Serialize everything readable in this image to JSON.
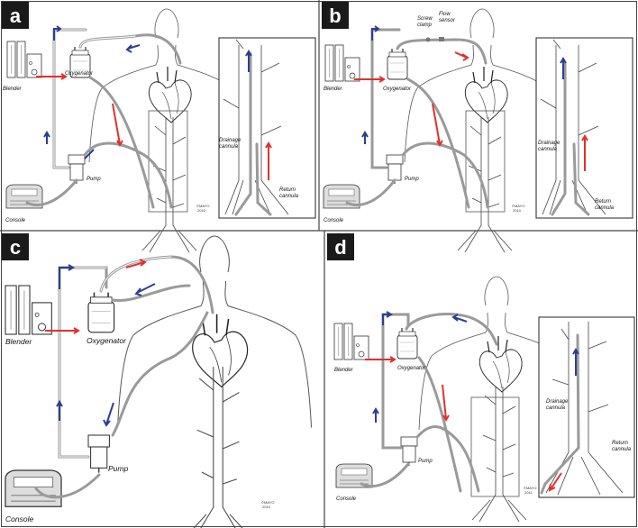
{
  "panels": [
    {
      "letter": "a",
      "labels": {
        "blender": "Blender",
        "oxygenator": "Oxygenator",
        "pump": "Pump",
        "console": "Console",
        "drainage": "Drainage\ncannula",
        "return": "Return\ncannula",
        "copyright": "©MAYO\n2010"
      }
    },
    {
      "letter": "b",
      "labels": {
        "blender": "Blender",
        "oxygenator": "Oxygenator",
        "pump": "Pump",
        "console": "Console",
        "screw_clamp": "Screw\nclamp",
        "flow_sensor": "Flow\nsensor",
        "drainage": "Drainage\ncannula",
        "return": "Return\ncannula",
        "copyright": "©MAYO\n2010"
      }
    },
    {
      "letter": "c",
      "labels": {
        "blender": "Blender",
        "oxygenator": "Oxygenator",
        "pump": "Pump",
        "console": "Console",
        "copyright": "©MAYO\n2010"
      }
    },
    {
      "letter": "d",
      "labels": {
        "blender": "Blender",
        "oxygenator": "Oxygenator",
        "pump": "Pump",
        "console": "Console",
        "drainage": "Drainage\ncannula",
        "return": "Return\ncannula",
        "copyright": "©MAYO\n2011"
      }
    }
  ],
  "colors": {
    "badge": "#1a1a1a",
    "oxygenated_flow": "#e0312e",
    "deoxygenated_flow": "#2b3f8f",
    "tubing": "#9a9a9a"
  }
}
